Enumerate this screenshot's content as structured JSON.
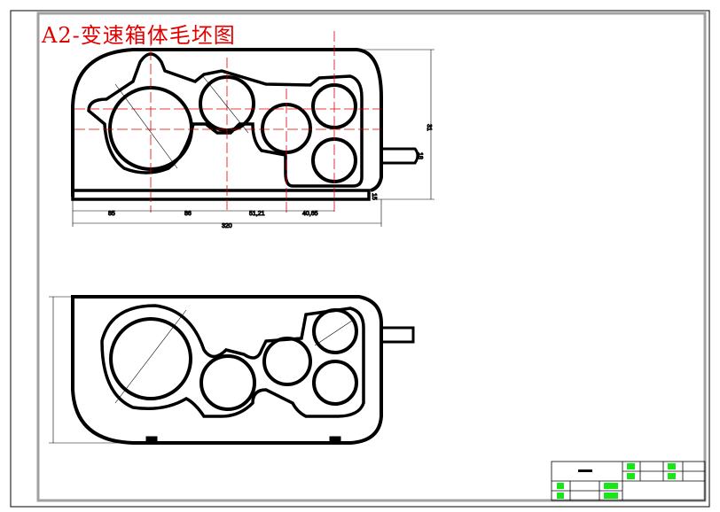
{
  "title": "A2-变速箱体毛坯图",
  "top_view": {
    "horizontal_dims": [
      "85",
      "86",
      "51,21",
      "40,65"
    ],
    "overall_width": "320",
    "overall_height": "31",
    "base_thickness": "15",
    "shaft_dim": "18"
  },
  "colors": {
    "centerline": "#e00000",
    "outline": "#000000",
    "titleblock_mark": "#19e619",
    "frame": "#a0a0a0"
  }
}
